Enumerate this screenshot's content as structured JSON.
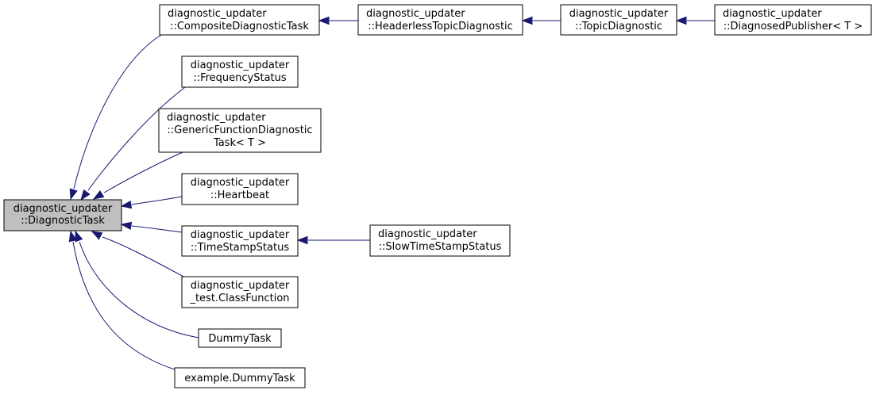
{
  "colors": {
    "edge": "#191970",
    "node_border": "#000000",
    "node_fill": "#ffffff",
    "selected_fill": "#bfbfbf"
  },
  "nodes": {
    "diagnostic_task": {
      "lines": [
        "diagnostic_updater",
        "::DiagnosticTask"
      ],
      "selected": true
    },
    "composite_diagnostic_task": {
      "lines": [
        "diagnostic_updater",
        "::CompositeDiagnosticTask"
      ]
    },
    "headerless_topic_diagnostic": {
      "lines": [
        "diagnostic_updater",
        "::HeaderlessTopicDiagnostic"
      ]
    },
    "topic_diagnostic": {
      "lines": [
        "diagnostic_updater",
        "::TopicDiagnostic"
      ]
    },
    "diagnosed_publisher": {
      "lines": [
        "diagnostic_updater",
        "::DiagnosedPublisher< T >"
      ]
    },
    "frequency_status": {
      "lines": [
        "diagnostic_updater",
        "::FrequencyStatus"
      ]
    },
    "generic_function_diagnostic_task": {
      "lines": [
        "diagnostic_updater",
        "::GenericFunctionDiagnostic",
        "Task< T >"
      ]
    },
    "heartbeat": {
      "lines": [
        "diagnostic_updater",
        "::Heartbeat"
      ]
    },
    "time_stamp_status": {
      "lines": [
        "diagnostic_updater",
        "::TimeStampStatus"
      ]
    },
    "slow_time_stamp_status": {
      "lines": [
        "diagnostic_updater",
        "::SlowTimeStampStatus"
      ]
    },
    "class_function": {
      "lines": [
        "diagnostic_updater",
        "_test.ClassFunction"
      ]
    },
    "dummy_task": {
      "lines": [
        "DummyTask"
      ]
    },
    "example_dummy_task": {
      "lines": [
        "example.DummyTask"
      ]
    }
  },
  "edges": [
    {
      "from": "composite_diagnostic_task",
      "to": "diagnostic_task"
    },
    {
      "from": "frequency_status",
      "to": "diagnostic_task"
    },
    {
      "from": "generic_function_diagnostic_task",
      "to": "diagnostic_task"
    },
    {
      "from": "heartbeat",
      "to": "diagnostic_task"
    },
    {
      "from": "time_stamp_status",
      "to": "diagnostic_task"
    },
    {
      "from": "class_function",
      "to": "diagnostic_task"
    },
    {
      "from": "dummy_task",
      "to": "diagnostic_task"
    },
    {
      "from": "example_dummy_task",
      "to": "diagnostic_task"
    },
    {
      "from": "headerless_topic_diagnostic",
      "to": "composite_diagnostic_task"
    },
    {
      "from": "topic_diagnostic",
      "to": "headerless_topic_diagnostic"
    },
    {
      "from": "diagnosed_publisher",
      "to": "topic_diagnostic"
    },
    {
      "from": "slow_time_stamp_status",
      "to": "time_stamp_status"
    }
  ]
}
